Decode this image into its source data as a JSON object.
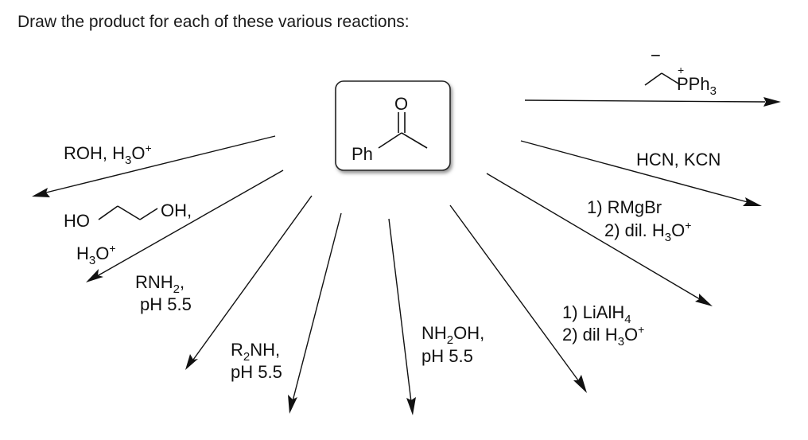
{
  "prompt": "Draw the product for each of these various reactions:",
  "center_molecule": {
    "ph_label": "Ph",
    "o_label": "O"
  },
  "reagents": {
    "ylide": {
      "minus": "−",
      "plus": "+",
      "group": "PPh",
      "sub": "3"
    },
    "hcn": {
      "text": "HCN, KCN"
    },
    "rmgbr": {
      "line1": "1) RMgBr",
      "line2_pre": "2) dil. H",
      "line2_sub": "3",
      "line2_post": "O",
      "line2_sup": "+"
    },
    "lialh4": {
      "line1_pre": "1) LiAlH",
      "line1_sub": "4",
      "line2_pre": "2) dil H",
      "line2_sub": "3",
      "line2_post": "O",
      "line2_sup": "+"
    },
    "nh2oh": {
      "line1_pre": "NH",
      "line1_sub": "2",
      "line1_post": "OH,",
      "line2": "pH 5.5"
    },
    "r2nh": {
      "line1_pre": "R",
      "line1_sub": "2",
      "line1_post": "NH,",
      "line2": "pH 5.5"
    },
    "rnh2": {
      "line1_pre": "RNH",
      "line1_sub": "2",
      "line1_post": ",",
      "line2": "pH 5.5"
    },
    "glycol": {
      "ho": "HO",
      "oh": "OH,",
      "acid_pre": "H",
      "acid_sub": "3",
      "acid_post": "O",
      "acid_sup": "+"
    },
    "roh": {
      "pre": "ROH, H",
      "sub": "3",
      "post": "O",
      "sup": "+"
    }
  }
}
